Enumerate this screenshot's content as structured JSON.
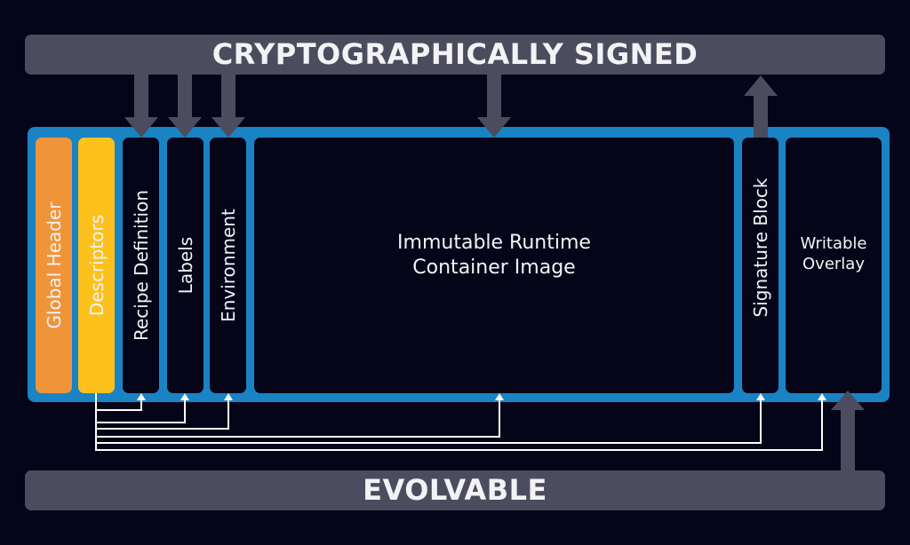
{
  "banners": {
    "top": "CRYPTOGRAPHICALLY SIGNED",
    "bottom": "EVOLVABLE"
  },
  "sections": {
    "global_header": "Global Header",
    "descriptors": "Descriptors",
    "recipe_definition": "Recipe Definition",
    "labels": "Labels",
    "environment": "Environment",
    "runtime_image": "Immutable Runtime\nContainer Image",
    "signature_block": "Signature Block",
    "writable_overlay": "Writable\nOverlay"
  },
  "colors": {
    "background": "#05051a",
    "banner": "#4b4c5d",
    "frame": "#1a83c3",
    "global_header": "#f0943a",
    "descriptors": "#fdc11d",
    "arrow": "#4b4c5d",
    "connector": "#ffffff"
  }
}
